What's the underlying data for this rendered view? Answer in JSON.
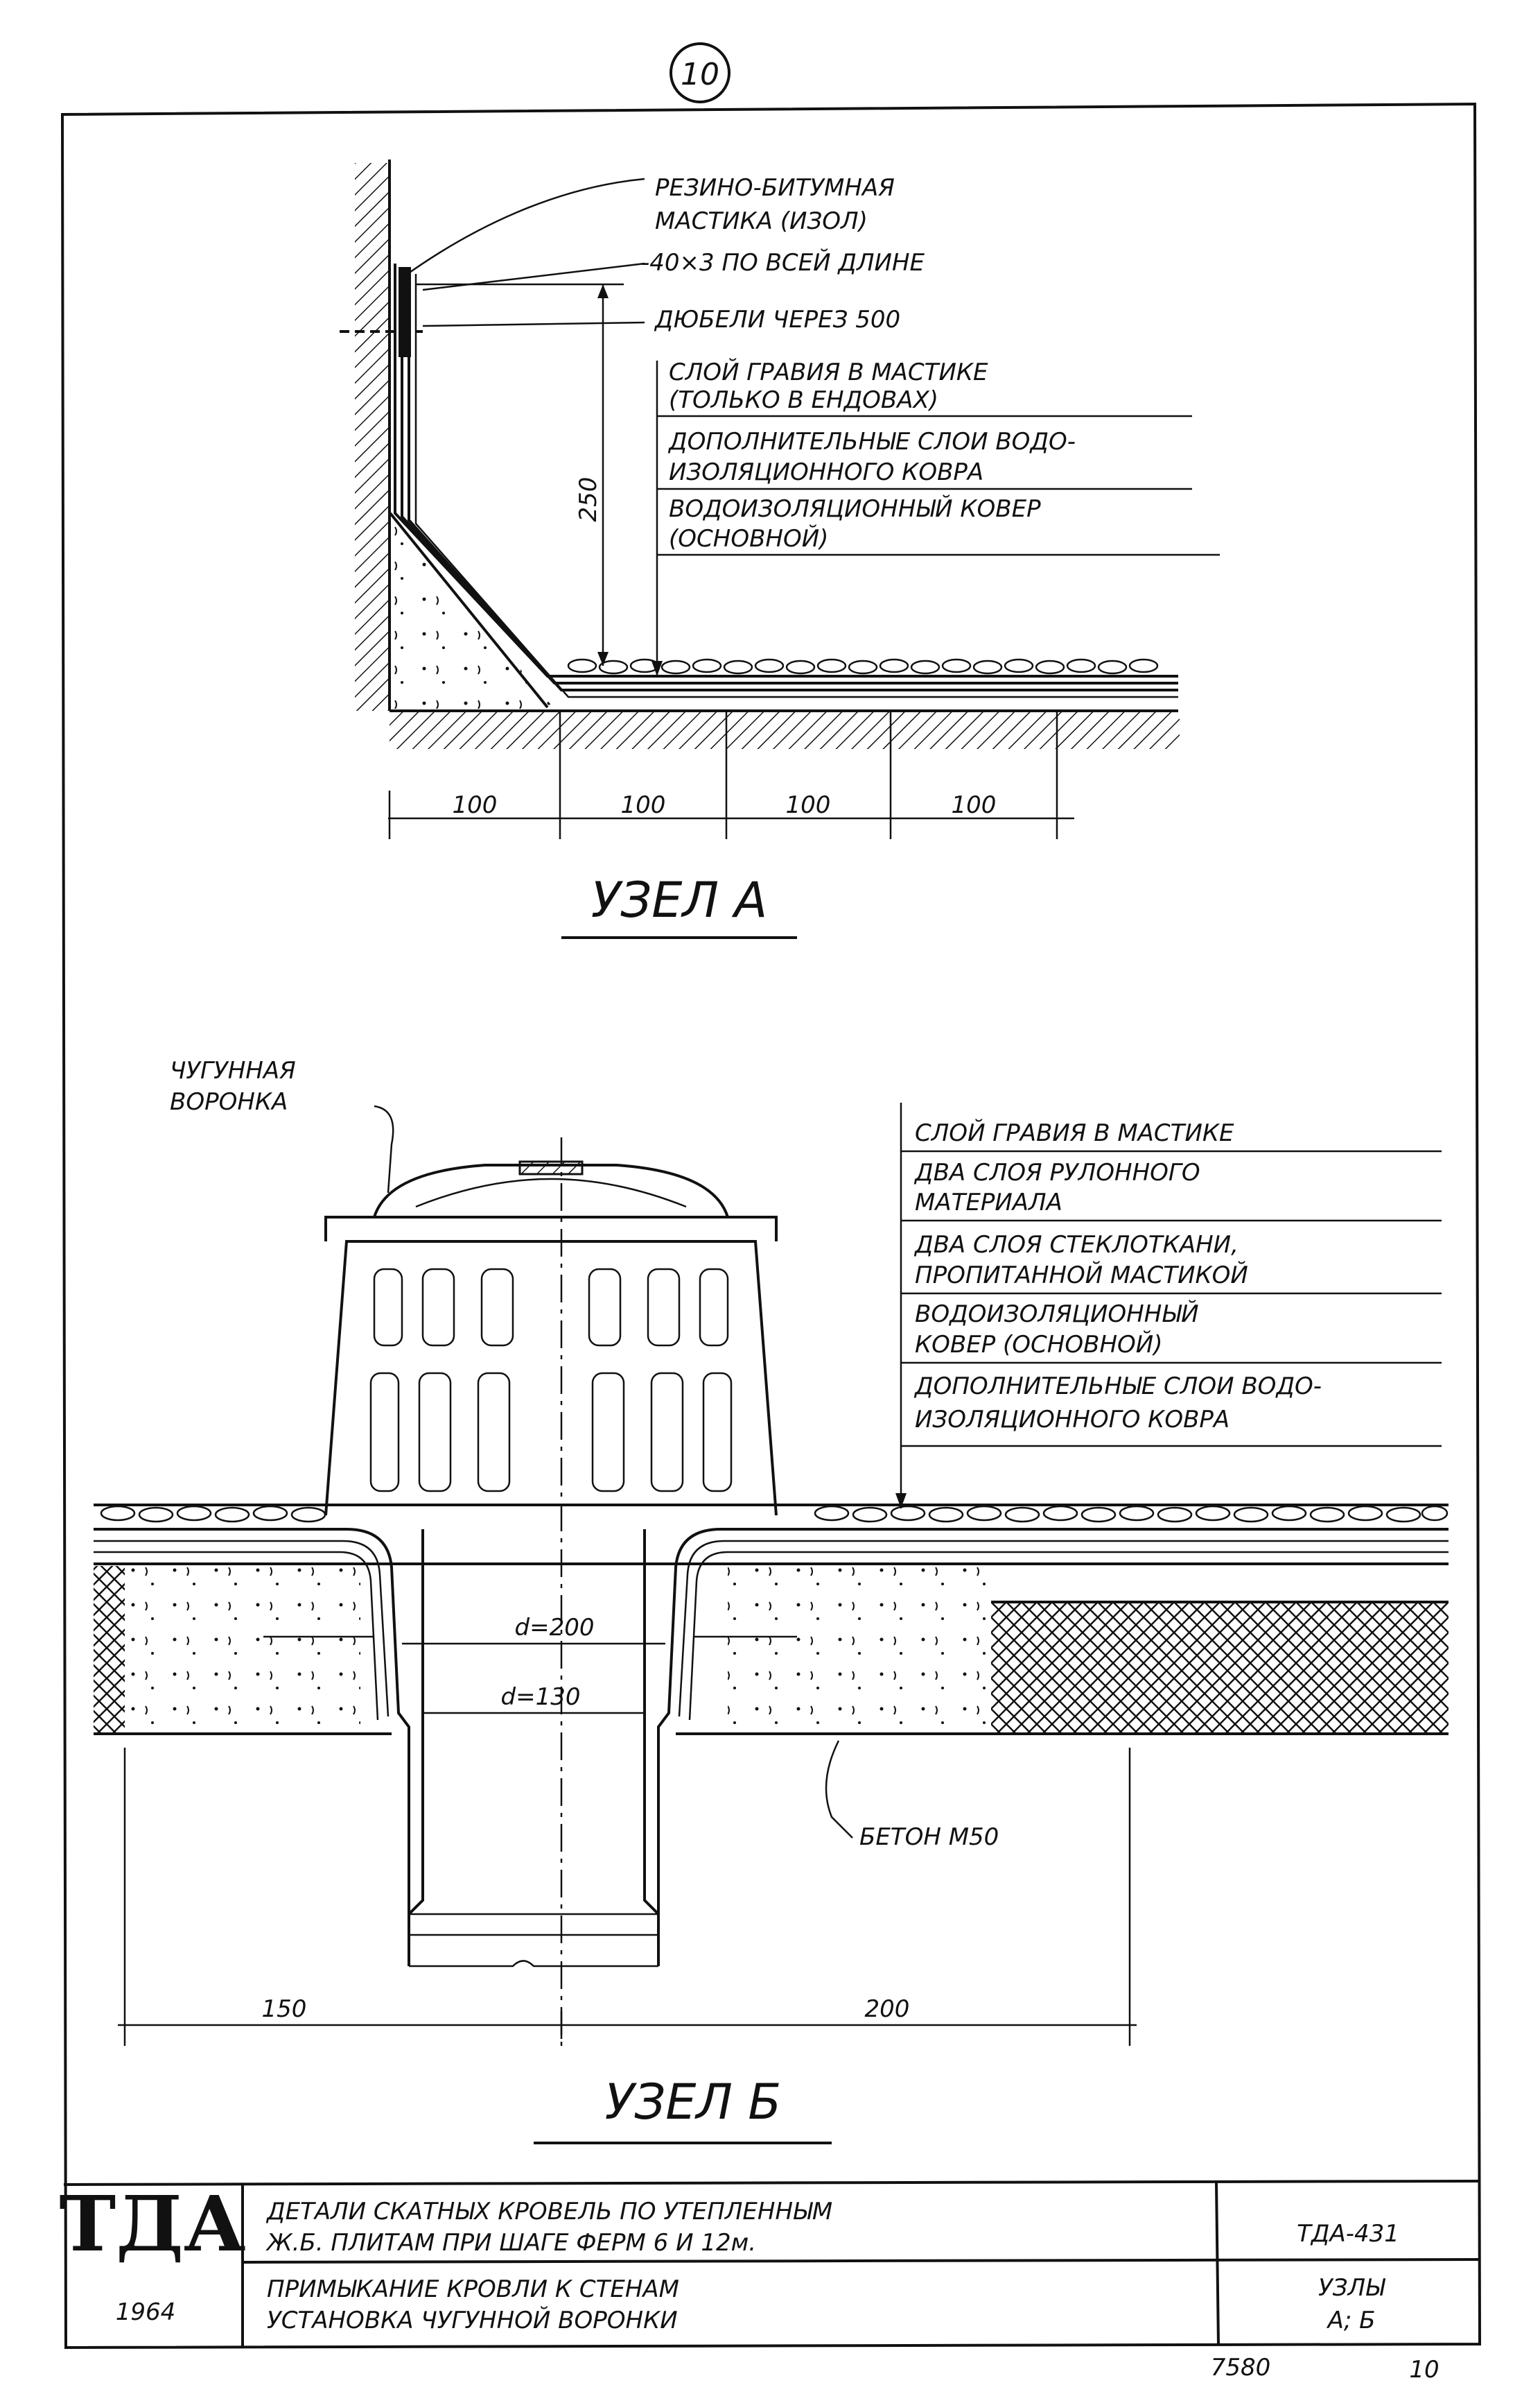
{
  "sheet_number": "10",
  "node_a": {
    "title": "УЗЕЛ  А",
    "callouts": {
      "mastic_line1": "РЕЗИНО-БИТУМНАЯ",
      "mastic_line2": "МАСТИКА (ИЗОЛ)",
      "strip": "-40×3  ПО ВСЕЙ ДЛИНЕ",
      "dowels": "ДЮБЕЛИ ЧЕРЕЗ 500"
    },
    "layers": [
      {
        "line1": "СЛОЙ ГРАВИЯ  В МАСТИКЕ",
        "line2": "(ТОЛЬКО В ЕНДОВАХ)"
      },
      {
        "line1": "ДОПОЛНИТЕЛЬНЫЕ СЛОИ ВОДО-",
        "line2": "ИЗОЛЯЦИОННОГО КОВРА"
      },
      {
        "line1": "ВОДОИЗОЛЯЦИОННЫЙ КОВЕР",
        "line2": "(ОСНОВНОЙ)"
      }
    ],
    "height_dim": "250",
    "bottom_dims": [
      "100",
      "100",
      "100",
      "100"
    ]
  },
  "node_b": {
    "title": "УЗЕЛ  Б",
    "funnel_label_line1": "ЧУГУННАЯ",
    "funnel_label_line2": "ВОРОНКА",
    "layers": [
      {
        "line1": "СЛОЙ ГРАВИЯ В МАСТИКЕ",
        "line2": ""
      },
      {
        "line1": "ДВА СЛОЯ РУЛОННОГО",
        "line2": "МАТЕРИАЛА"
      },
      {
        "line1": "ДВА СЛОЯ СТЕКЛОТКАНИ,",
        "line2": "ПРОПИТАННОЙ МАСТИКОЙ"
      },
      {
        "line1": "ВОДОИЗОЛЯЦИОННЫЙ",
        "line2": "КОВЕР  (ОСНОВНОЙ)"
      },
      {
        "line1": "ДОПОЛНИТЕЛЬНЫЕ СЛОИ ВОДО-",
        "line2": "ИЗОЛЯЦИОННОГО КОВРА"
      }
    ],
    "d_outer": "d=200",
    "d_inner": "d=130",
    "concrete_label": "БЕТОН М50",
    "bottom_dims": [
      "150",
      "200"
    ]
  },
  "title_block": {
    "stamp": "ТДА",
    "year": "1964",
    "title_line1": "ДЕТАЛИ СКАТНЫХ КРОВЕЛЬ ПО УТЕПЛЕННЫМ",
    "title_line2": "Ж.Б. ПЛИТАМ ПРИ ШАГЕ ФЕРМ 6 И 12м.",
    "subtitle_line1": "ПРИМЫКАНИЕ КРОВЛИ К СТЕНАМ",
    "subtitle_line2": "УСТАНОВКА ЧУГУННОЙ ВОРОНКИ",
    "code": "ТДА-431",
    "nodes_line1": "УЗЛЫ",
    "nodes_line2": "А; Б"
  },
  "footer": {
    "number": "7580",
    "page": "10"
  }
}
